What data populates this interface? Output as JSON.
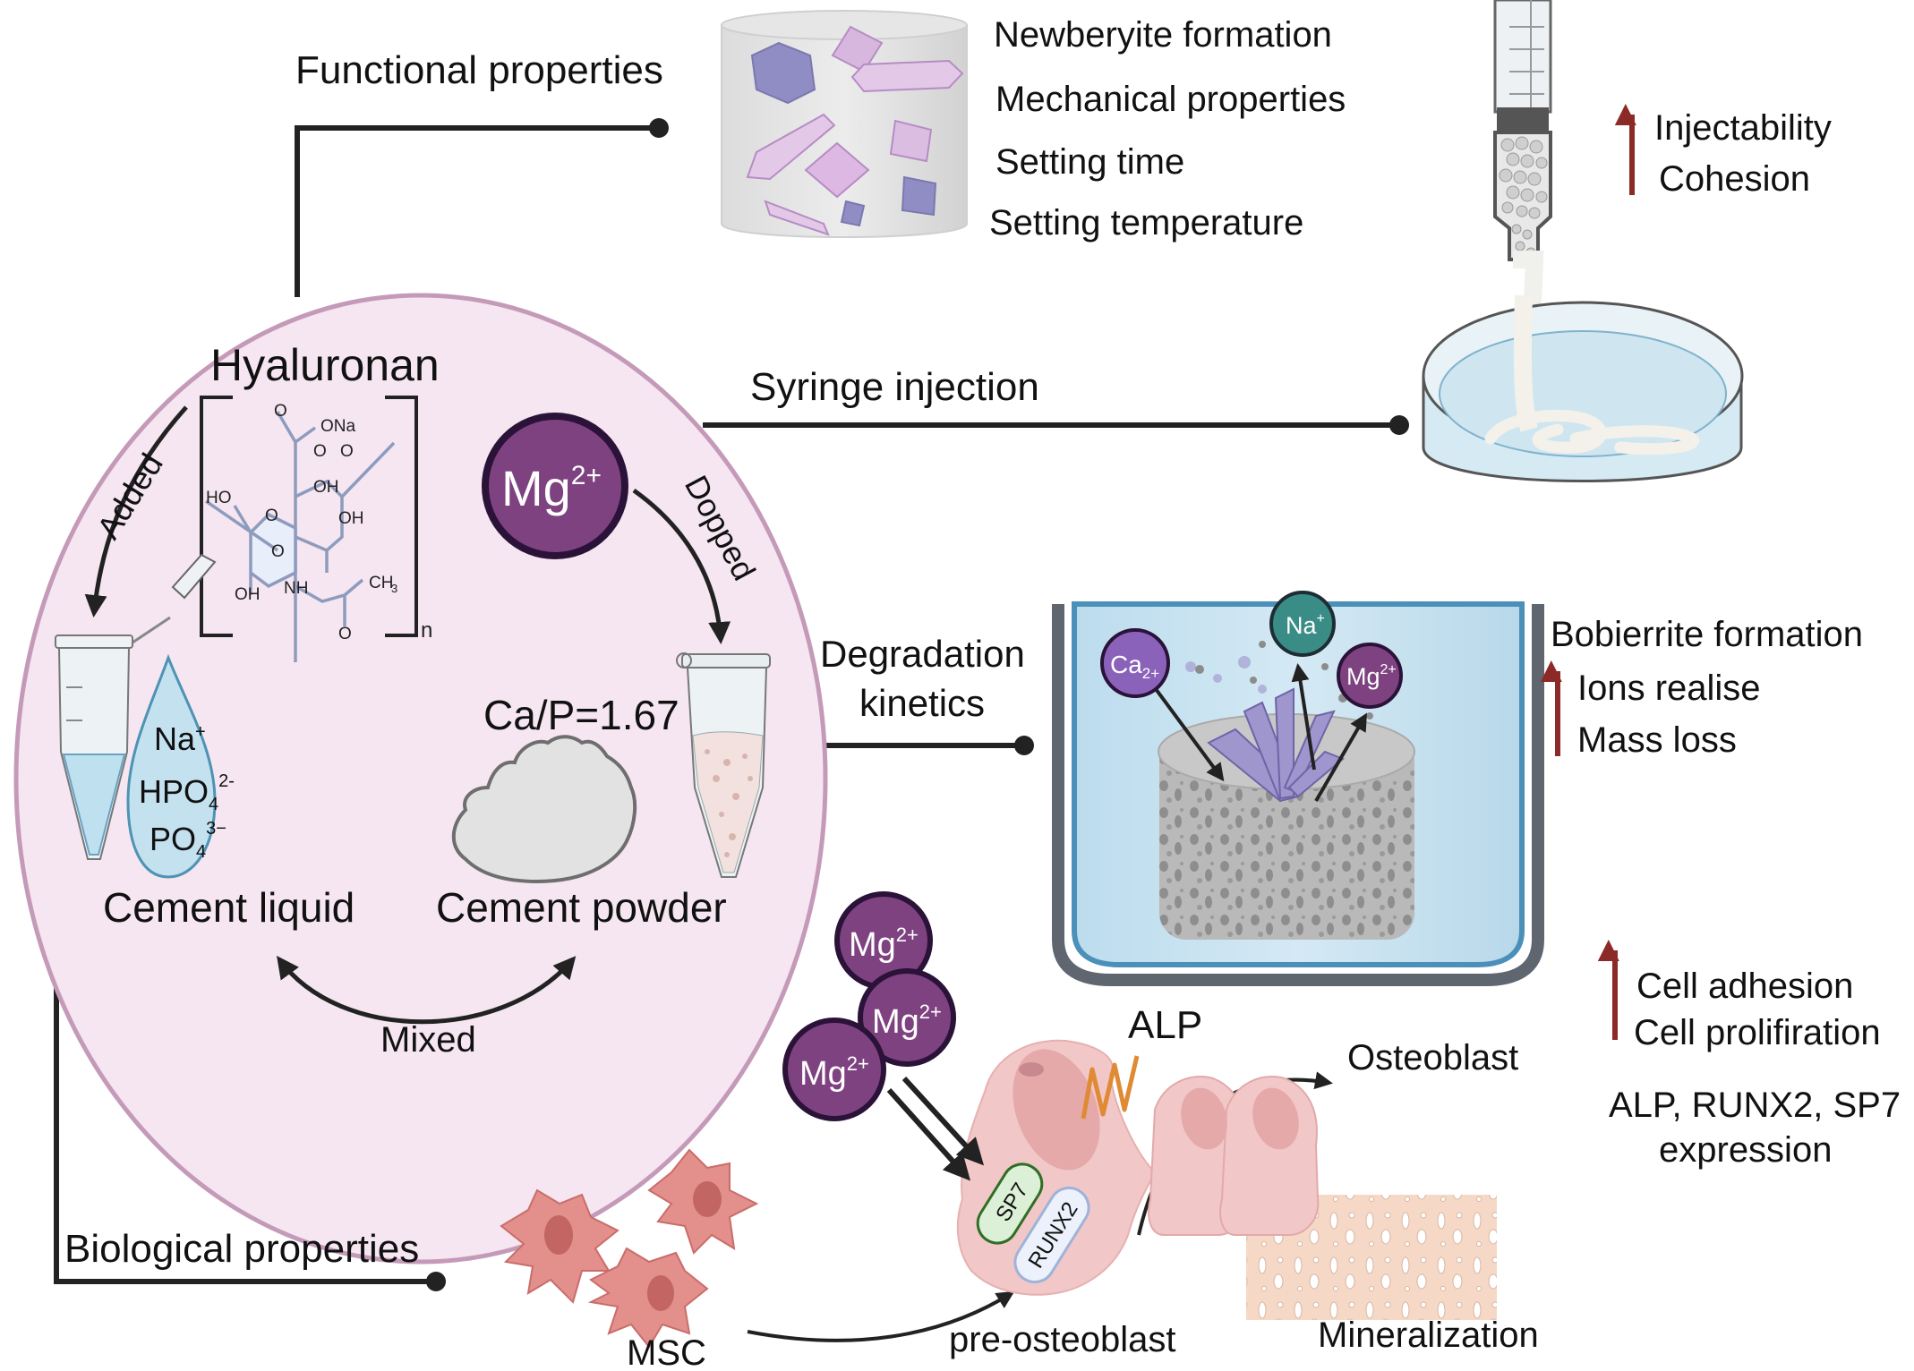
{
  "colors": {
    "circle_fill": "#f5e6f1",
    "circle_stroke": "#c49ab8",
    "hyaluronan": "#7a2c63",
    "mg_ion": "#7e4280",
    "mg_ion_stroke": "#2a1238",
    "ca_ion": "#8a62b9",
    "na_ion": "#3a8d86",
    "up_arrow": "#8b2a26",
    "alp": "#e08a35",
    "na_drop": "#b3357f",
    "hpo4_drop": "#2e8b7b",
    "po4_drop": "#c79ac2",
    "cell_pink": "#f2c7c7",
    "msc": "#e38f8c",
    "connector": "#222222"
  },
  "center": {
    "title": "Hyaluronan",
    "molecule": {
      "labels": [
        "O",
        "ONa",
        "O",
        "O",
        "OH",
        "OH",
        "HO",
        "O",
        "O",
        "OH",
        "NH",
        "CH",
        "3",
        "O",
        "n"
      ]
    },
    "added_label": "Added",
    "dopped_label": "Dopped",
    "mg_ion": {
      "symbol": "Mg",
      "charge": "2+"
    },
    "ratio_label": "Ca/P=1.67",
    "drop_ions": [
      {
        "base": "Na",
        "sub": "",
        "sup": "+"
      },
      {
        "base": "HPO",
        "sub": "4",
        "sup": "2-"
      },
      {
        "base": "PO",
        "sub": "4",
        "sup": "3−"
      }
    ],
    "cement_liquid_label": "Cement liquid",
    "cement_powder_label": "Cement powder",
    "mixed_label": "Mixed"
  },
  "branches": {
    "functional": {
      "label": "Functional properties",
      "items": [
        "Newberyite formation",
        "Mechanical properties",
        "Setting time",
        "Setting temperature"
      ]
    },
    "syringe": {
      "label": "Syringe injection",
      "items": [
        "Injectability",
        "Cohesion"
      ]
    },
    "degradation": {
      "label_line1": "Degradation",
      "label_line2": "kinetics",
      "header": "Bobierrite formation",
      "items": [
        "Ions realise",
        "Mass loss"
      ],
      "ions": [
        {
          "symbol": "Ca",
          "charge": "2+"
        },
        {
          "symbol": "Na",
          "charge": "+"
        },
        {
          "symbol": "Mg",
          "charge": "2+"
        }
      ]
    },
    "biological": {
      "label": "Biological properties",
      "mg_ions": [
        {
          "symbol": "Mg",
          "charge": "2+"
        },
        {
          "symbol": "Mg",
          "charge": "2+"
        },
        {
          "symbol": "Mg",
          "charge": "2+"
        }
      ],
      "alp_label": "ALP",
      "sp7_label": "SP7",
      "runx2_label": "RUNX2",
      "msc_label": "MSC",
      "preosteoblast_label": "pre-osteoblast",
      "osteoblast_label": "Osteoblast",
      "mineralization_label": "Mineralization",
      "items": [
        "Cell adhesion",
        "Cell prolifiration"
      ],
      "expression_line1": "ALP, RUNX2, SP7",
      "expression_line2": "expression"
    }
  }
}
